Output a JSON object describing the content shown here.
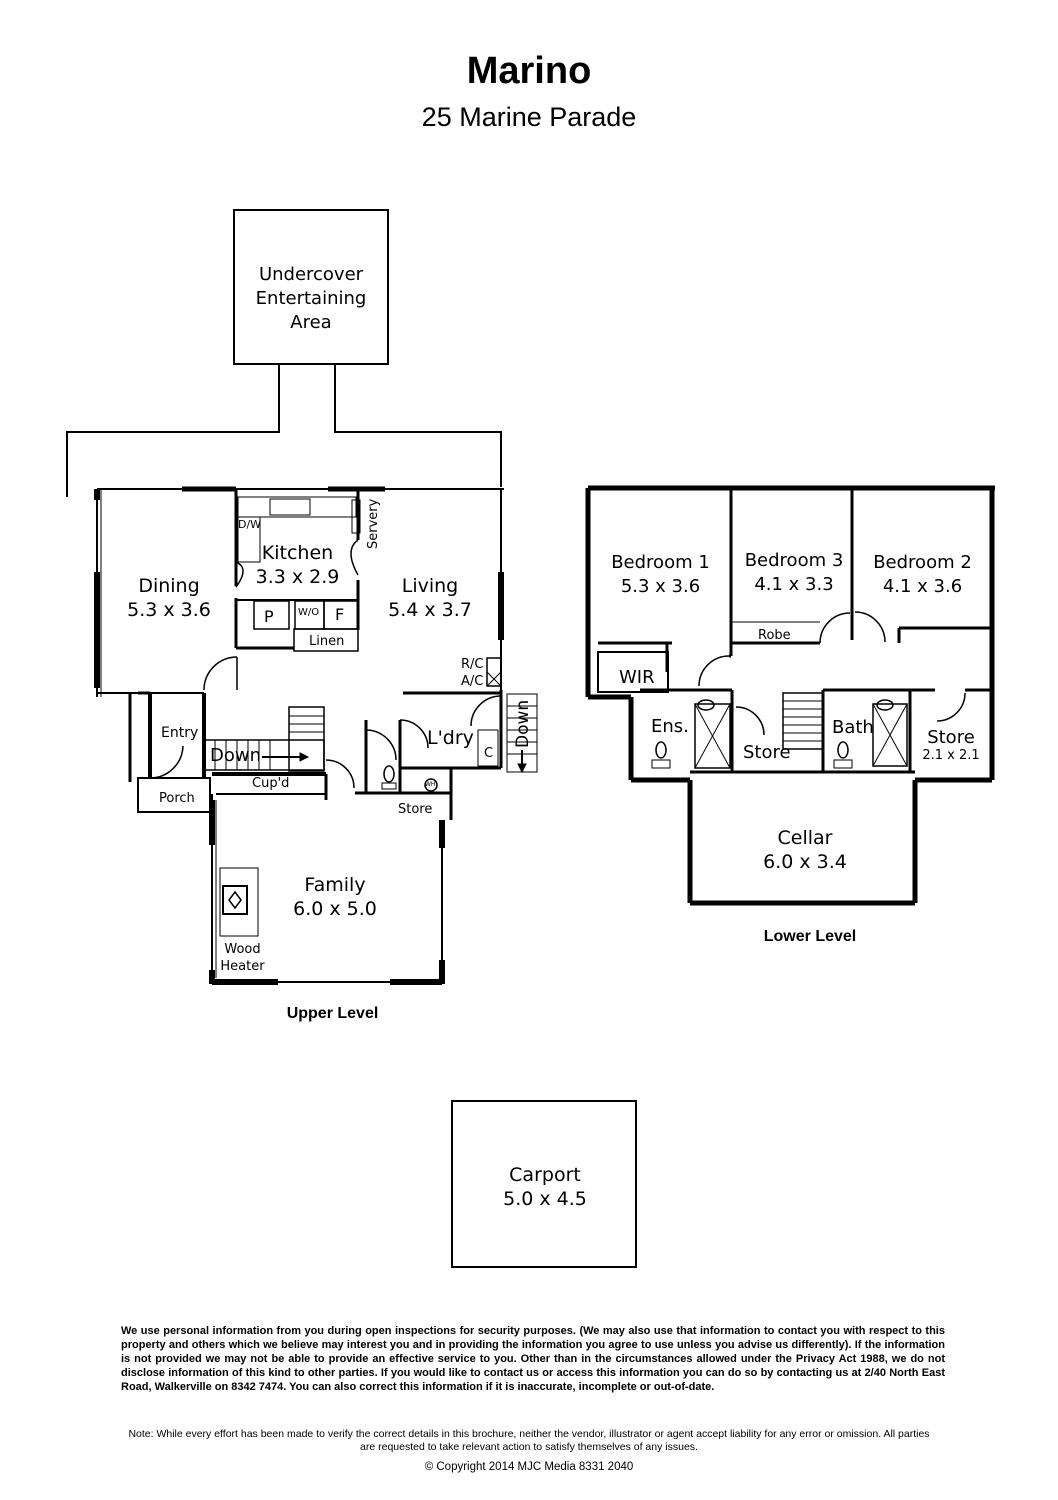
{
  "header": {
    "title": "Marino",
    "subtitle": "25 Marine Parade"
  },
  "upper_level": {
    "caption": "Upper Level",
    "undercover": [
      "Undercover",
      "Entertaining",
      "Area"
    ],
    "dining": {
      "name": "Dining",
      "size": "5.3 x 3.6"
    },
    "kitchen": {
      "name": "Kitchen",
      "size": "3.3 x 2.9"
    },
    "living": {
      "name": "Living",
      "size": "5.4 x 3.7"
    },
    "family": {
      "name": "Family",
      "size": "6.0 x 5.0"
    },
    "servery": "Servery",
    "dw": "D/W",
    "pantry": "P",
    "wo": "W/O",
    "fridge": "F",
    "linen": "Linen",
    "rc": "R/C",
    "ac": "A/C",
    "entry": "Entry",
    "down_left": "Down",
    "down_right": "Down",
    "cupd": "Cup'd",
    "porch": "Porch",
    "laundry": "L'dry",
    "c": "C",
    "store": "Store",
    "wh": "WH",
    "wood_heater": [
      "Wood",
      "Heater"
    ]
  },
  "lower_level": {
    "caption": "Lower Level",
    "bedroom1": {
      "name": "Bedroom 1",
      "size": "5.3 x 3.6"
    },
    "bedroom3": {
      "name": "Bedroom 3",
      "size": "4.1 x 3.3"
    },
    "bedroom2": {
      "name": "Bedroom 2",
      "size": "4.1 x 3.6"
    },
    "robe": "Robe",
    "wir": "WIR",
    "ens": "Ens.",
    "store_mid": "Store",
    "bath": "Bath",
    "store_right": {
      "name": "Store",
      "size": "2.1 x 2.1"
    },
    "cellar": {
      "name": "Cellar",
      "size": "6.0 x 3.4"
    }
  },
  "carport": {
    "name": "Carport",
    "size": "5.0 x 4.5"
  },
  "footer": {
    "disclaimer": "We use personal information from you during open inspections for security purposes. (We may also use that information to contact you with respect to this property and others which we believe may interest you and in providing the information you agree to use unless you advise us differently). If the information is not provided we may not be able to provide an effective service to you. Other than in the circumstances allowed under the Privacy Act 1988, we do not disclose information of this kind to other parties. If you would like to contact us or access this information you can do so by contacting us at 2/40 North East Road, Walkerville on 8342 7474. You can also correct this information if it is inaccurate, incomplete or out-of-date.",
    "note": "Note:  While every effort has been made to verify the correct details in this brochure, neither the vendor, illustrator or agent accept liability for any error or omission.  All parties are requested to take relevant  action to satisfy themselves of any issues.",
    "copyright": "© Copyright 2014 MJC Media 8331 2040"
  }
}
